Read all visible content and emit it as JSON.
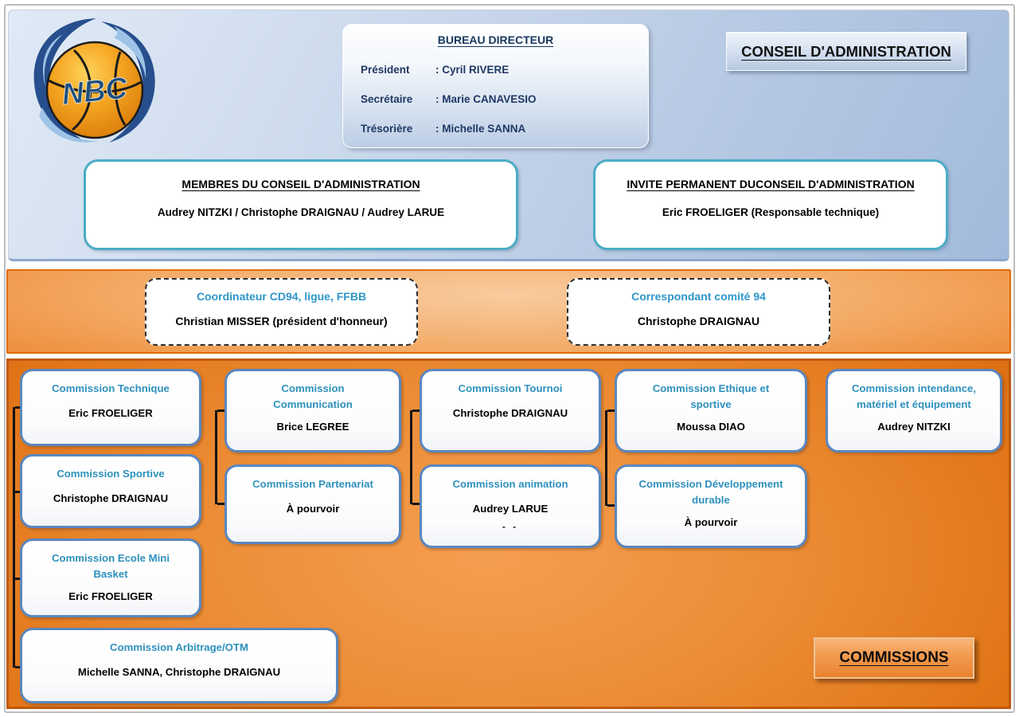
{
  "header": {
    "logo_text": "NBC",
    "conseil_title": "CONSEIL D'ADMINISTRATION",
    "bureau": {
      "title": "BUREAU DIRECTEUR",
      "rows": [
        {
          "label": "Président",
          "value": ": Cyril RIVERE"
        },
        {
          "label": "Secrétaire",
          "value": ": Marie CANAVESIO"
        },
        {
          "label": "Trésorière",
          "value": ": Michelle SANNA"
        }
      ]
    },
    "membres": {
      "title": "MEMBRES DU CONSEIL D'ADMINISTRATION",
      "value": "Audrey NITZKI / Christophe DRAIGNAU / Audrey LARUE"
    },
    "invite": {
      "title": "INVITE PERMANENT DUCONSEIL D'ADMINISTRATION",
      "value": "Eric FROELIGER (Responsable technique)"
    }
  },
  "coordination": {
    "coordinateur": {
      "title": "Coordinateur CD94, ligue, FFBB",
      "value": "Christian MISSER (président d'honneur)"
    },
    "correspondant": {
      "title": "Correspondant comité 94",
      "value": "Christophe DRAIGNAU"
    }
  },
  "commissions": {
    "panel_label": "COMMISSIONS",
    "boxes": [
      {
        "title": "Commission Technique",
        "value": "Eric FROELIGER"
      },
      {
        "title": "Commission Sportive",
        "value": "Christophe DRAIGNAU"
      },
      {
        "title": "Commission Ecole Mini Basket",
        "value": "Eric FROELIGER"
      },
      {
        "title": "Commission Arbitrage/OTM",
        "value": "Michelle SANNA, Christophe DRAIGNAU"
      },
      {
        "title": "Commission Communication",
        "value": "Brice LEGREE"
      },
      {
        "title": "Commission Partenariat",
        "value": "À pourvoir"
      },
      {
        "title": "Commission Tournoi",
        "value": "Christophe DRAIGNAU"
      },
      {
        "title": "Commission animation",
        "value": "Audrey LARUE",
        "note": "- -"
      },
      {
        "title": "Commission Ethique et sportive",
        "value": "Moussa DIAO"
      },
      {
        "title": "Commission Développement durable",
        "value": "À pourvoir"
      },
      {
        "title": "Commission intendance, matériel et équipement",
        "value": "Audrey NITZKI"
      }
    ]
  },
  "colors": {
    "panel_blue_light": "#dfe9f5",
    "panel_blue_dark": "#a2badb",
    "band_orange": "#ee8c34",
    "commissions_orange": "#e17417",
    "commission_border_blue": "#5b87be",
    "commission_title_blue": "#2e91bd",
    "teal_border": "#4bacc6",
    "navy_text": "#17375e",
    "ball_orange": "#f5a623",
    "logo_dark_blue": "#274f8e",
    "logo_light_blue": "#9dc3e6"
  }
}
